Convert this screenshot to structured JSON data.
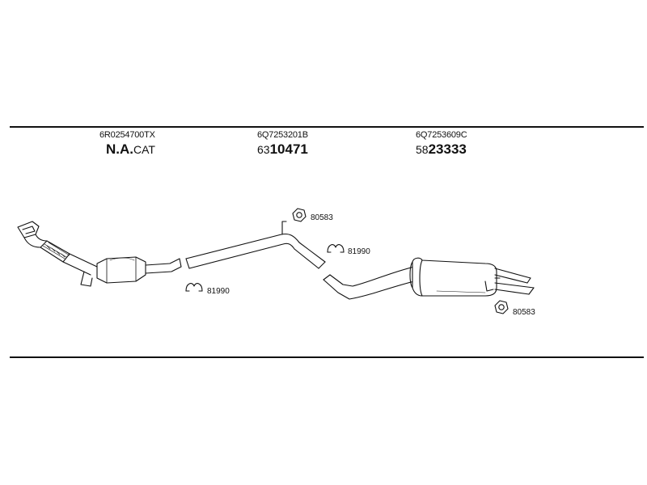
{
  "parts": [
    {
      "part_number": "6R0254700TX",
      "code_prefix": "N.A.",
      "code_main": "CAT",
      "prefix_bold": true
    },
    {
      "part_number": "6Q7253201B",
      "code_prefix": "63",
      "code_main": "10471",
      "prefix_bold": false
    },
    {
      "part_number": "6Q7253609C",
      "code_prefix": "58",
      "code_main": "23333",
      "prefix_bold": false
    }
  ],
  "callouts": {
    "clamp_left": "81990",
    "clamp_mid": "81990",
    "nut_mid": "80583",
    "nut_rear": "80583"
  },
  "colors": {
    "line": "#111111",
    "fill": "#ffffff",
    "shade": "#d9d9d9"
  }
}
